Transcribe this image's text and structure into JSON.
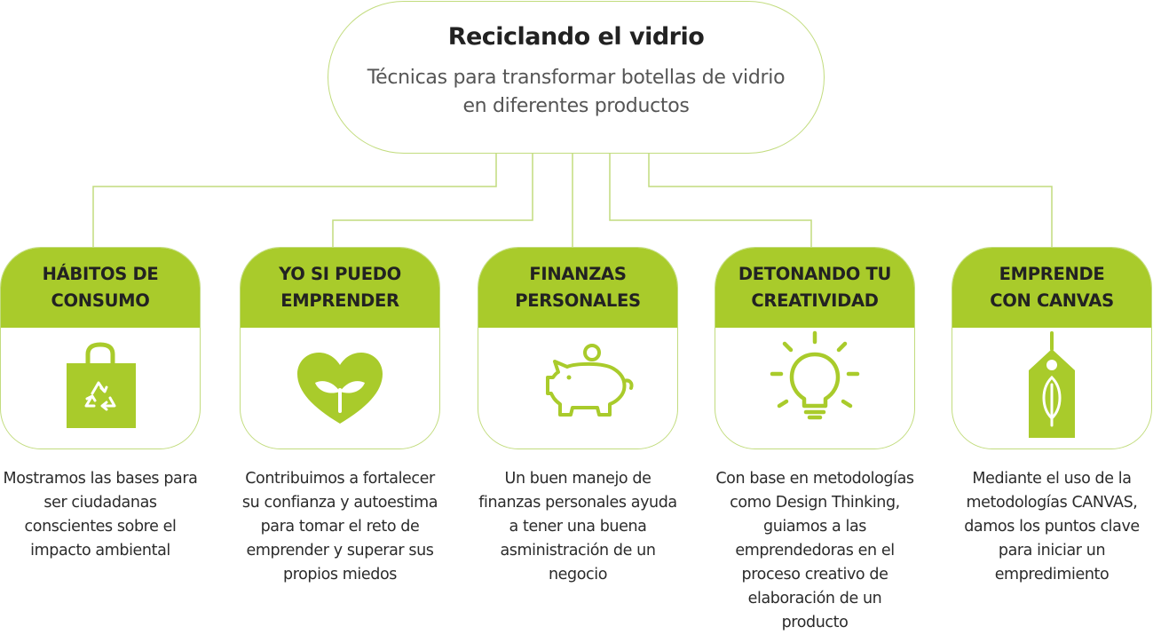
{
  "root": {
    "title": "Reciclando el vidrio",
    "subtitle": "Técnicas para transformar botellas de vidrio\nen diferentes productos"
  },
  "colors": {
    "accent": "#a9cb2b",
    "outline": "#c2dc7e"
  },
  "nodes": [
    {
      "title": "HÁBITOS DE\nCONSUMO",
      "icon": "recycle-bag-icon",
      "description": "Mostramos las bases para\nser ciudadanas\nconscientes sobre el\nimpacto ambiental"
    },
    {
      "title": "YO SI PUEDO\nEMPRENDER",
      "icon": "heart-sprout-icon",
      "description": "Contribuimos a fortalecer\nsu confianza y autoestima\npara tomar el reto de\nemprender y superar sus\npropios miedos"
    },
    {
      "title": "FINANZAS\nPERSONALES",
      "icon": "piggy-bank-icon",
      "description": "Un buen manejo de\nfinanzas personales ayuda\na tener una buena\nasministración de un\nnegocio"
    },
    {
      "title": "DETONANDO TU\nCREATIVIDAD",
      "icon": "lightbulb-icon",
      "description": "Con base en metodologías\ncomo Design Thinking,\nguiamos a las\nemprendedoras en el\nproceso creativo de\nelaboración de un\nproducto"
    },
    {
      "title": "EMPRENDE\nCON CANVAS",
      "icon": "leaf-tag-icon",
      "description": "Mediante el uso de la\nmetodologías CANVAS,\ndamos los puntos clave\npara iniciar un\nempredimiento"
    }
  ]
}
